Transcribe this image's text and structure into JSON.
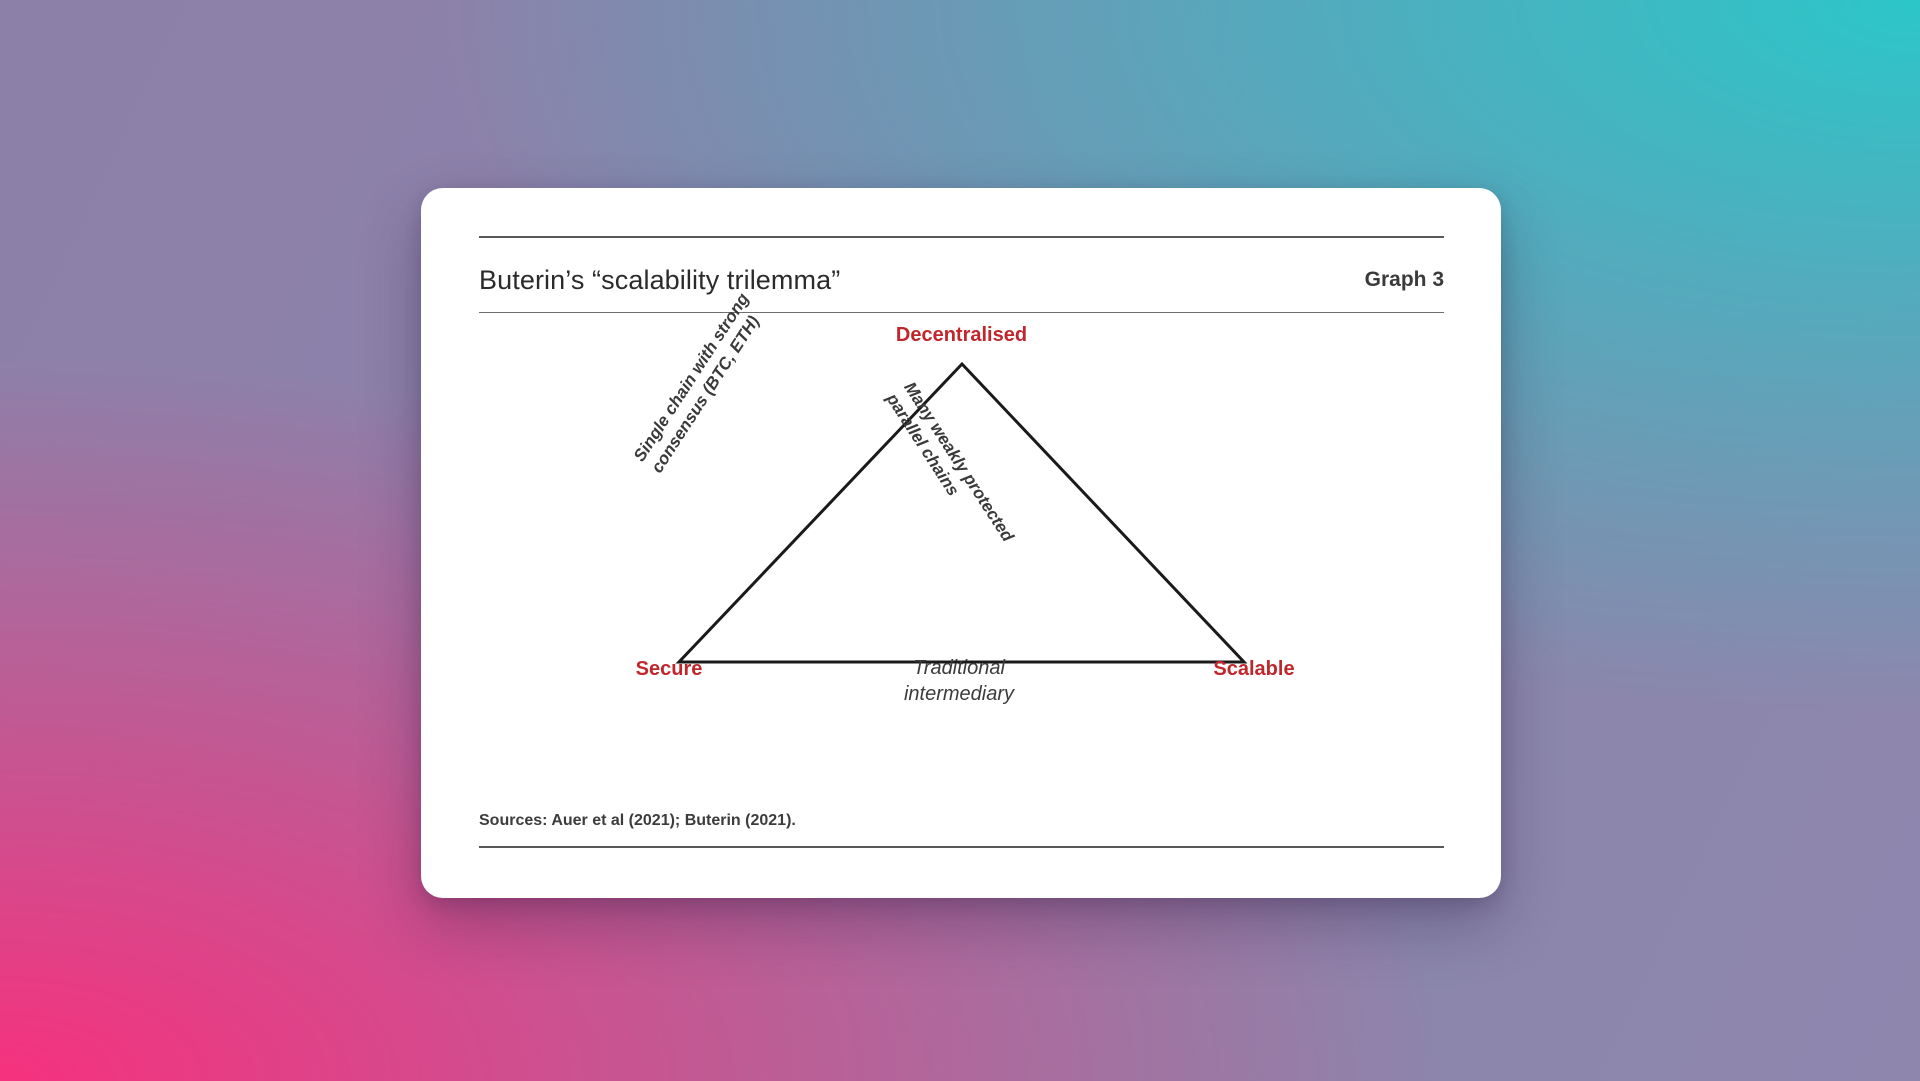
{
  "background": {
    "gradient_colors": [
      "#8d80a8",
      "#2bc6c9",
      "#f6317e",
      "#8a86ab"
    ]
  },
  "card": {
    "header": {
      "title": "Buterin’s “scalability trilemma”",
      "graph_number": "Graph 3"
    },
    "footer": {
      "sources": "Sources: Auer et al (2021); Buterin (2021)."
    }
  },
  "chart_data": {
    "type": "diagram",
    "title": "Buterin’s “scalability trilemma”",
    "subtitle": "Graph 3",
    "shape": "triangle",
    "vertices": [
      {
        "id": "decentralised",
        "label": "Decentralised",
        "position": "top",
        "color": "#c0272d"
      },
      {
        "id": "secure",
        "label": "Secure",
        "position": "bottom-left",
        "color": "#c0272d"
      },
      {
        "id": "scalable",
        "label": "Scalable",
        "position": "bottom-right",
        "color": "#c0272d"
      }
    ],
    "edges": [
      {
        "id": "left-edge",
        "from": "decentralised",
        "to": "secure",
        "label_line1": "Single chain with strong",
        "label_line2": "consensus (BTC, ETH)",
        "color": "#1a1a1a"
      },
      {
        "id": "right-edge",
        "from": "decentralised",
        "to": "scalable",
        "label_line1": "Many weakly protected",
        "label_line2": "parallel chains",
        "color": "#1a1a1a"
      },
      {
        "id": "bottom-edge",
        "from": "secure",
        "to": "scalable",
        "label_line1": "Traditional",
        "label_line2": "intermediary",
        "color": "#1a1a1a"
      }
    ],
    "center_label_line1": "Traditional",
    "center_label_line2": "intermediary",
    "notes": "Sources: Auer et al (2021); Buterin (2021)."
  }
}
